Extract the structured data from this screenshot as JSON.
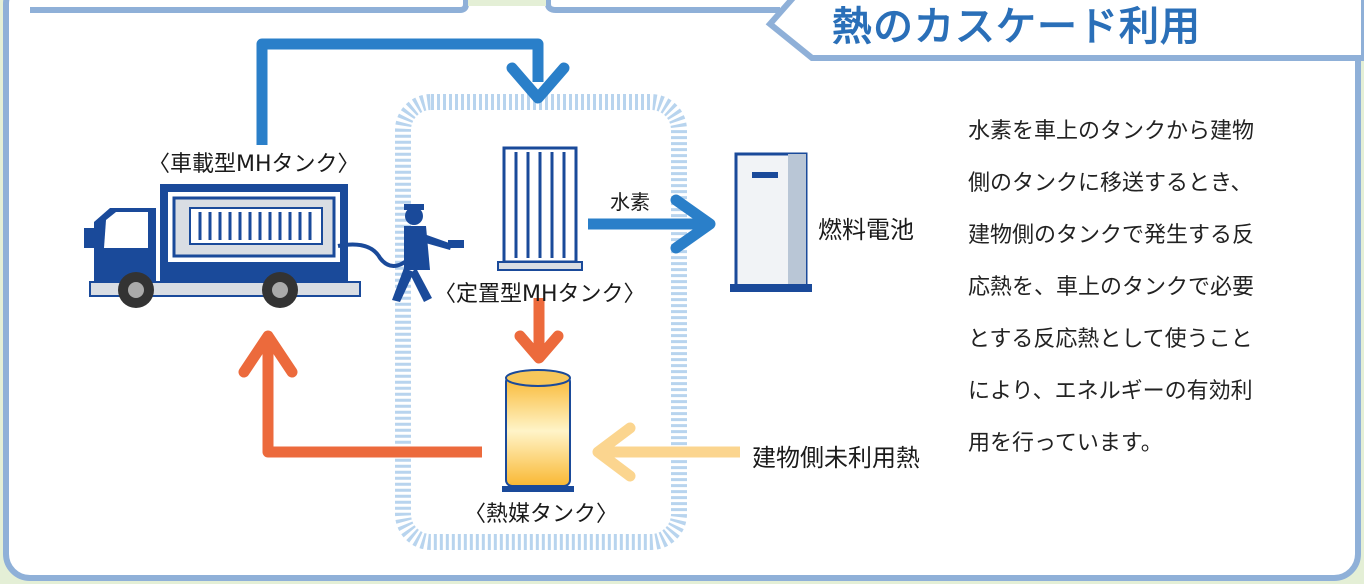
{
  "title": "熱のカスケード利用",
  "labels": {
    "vehicle_tank": "〈車載型MHタンク〉",
    "stationary_tank": "〈定置型MHタンク〉",
    "heat_medium_tank": "〈熱媒タンク〉",
    "hydrogen": "水素",
    "fuel_cell": "燃料電池",
    "building_waste_heat": "建物側未利用熱"
  },
  "description": [
    "水素を車上のタンクから建物",
    "側のタンクに移送するとき、",
    "建物側のタンクで発生する反",
    "応熱を、車上のタンクで必要",
    "とする反応熱として使うこと",
    "により、エネルギーの有効利",
    "用を行っています。"
  ],
  "colors": {
    "background": "#e4efd6",
    "panel": "#ffffff",
    "panel_border": "#8fb0d8",
    "hydrogen_arrow": "#2a7fc9",
    "heat_arrow": "#ec6a3c",
    "waste_heat_arrow": "#fbd58f",
    "title": "#2a6fb8",
    "truck": "#1a4a9a",
    "station_dots": "#b8d4ee"
  },
  "icons": [
    "truck-icon",
    "worker-icon",
    "stationary-tank-icon",
    "heat-tank-icon",
    "fuel-cell-icon"
  ]
}
